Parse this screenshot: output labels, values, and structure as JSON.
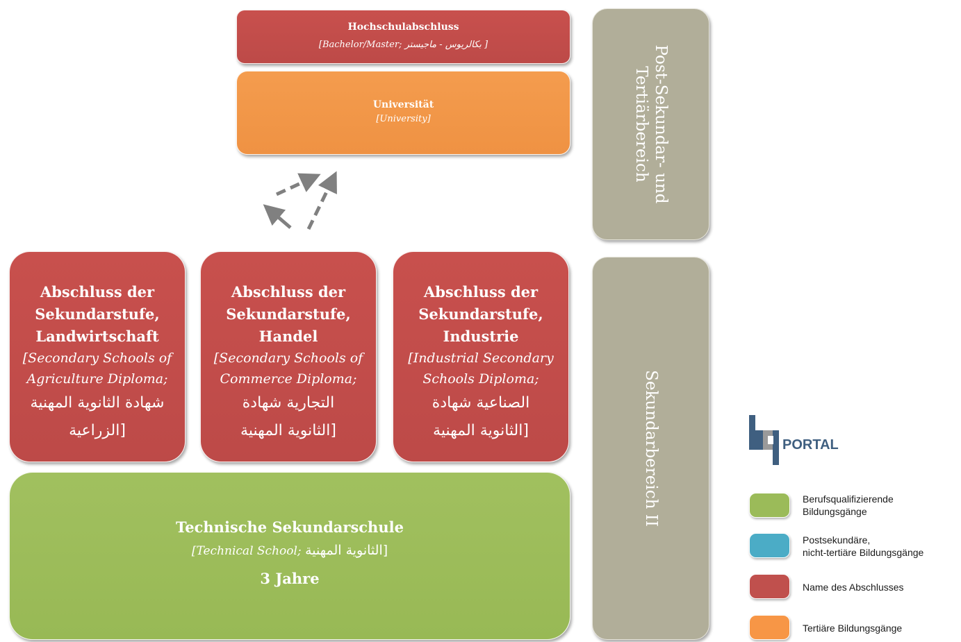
{
  "degree_top": {
    "title": "Hochschulabschluss",
    "subtitle": "[Bachelor/Master; بكالريوس - ماجيستر ]"
  },
  "university": {
    "title": "Universität",
    "subtitle": "[University]"
  },
  "diplomas": [
    {
      "title_lines": [
        "Abschluss der",
        "Sekundarstufe,",
        "Landwirtschaft"
      ],
      "english_lines": [
        "[Secondary Schools of",
        "Agriculture Diploma;"
      ],
      "arabic_lines": [
        "شهادة الثانوية المهنية",
        "الزراعية]"
      ]
    },
    {
      "title_lines": [
        "Abschluss der",
        "Sekundarstufe,",
        "Handel"
      ],
      "english_lines": [
        "[Secondary Schools of",
        "Commerce Diploma;"
      ],
      "arabic_lines": [
        "التجارية شهادة",
        "الثانوية المهنية]"
      ]
    },
    {
      "title_lines": [
        "Abschluss der",
        "Sekundarstufe,",
        "Industrie"
      ],
      "english_lines": [
        "[Industrial Secondary",
        "Schools Diploma;"
      ],
      "arabic_lines": [
        "الصناعية شهادة",
        "الثانوية المهنية]"
      ]
    }
  ],
  "technical_school": {
    "title": "Technische Sekundarschule",
    "subtitle_en": "[Technical School; ",
    "subtitle_ar": "الثانوية المهنية]",
    "duration": "3 Jahre"
  },
  "levels": {
    "post": "Post-Sekundar- und\nTertiärbereich",
    "post_line1": "Post-Sekundar- und",
    "post_line2": "Tertiärbereich",
    "sek": "Sekundarbereich II"
  },
  "logo": {
    "text": "PORTAL",
    "mark": "bq"
  },
  "legend": [
    {
      "label": "Berufsqualifizierende Bildungsgänge",
      "line1": "Berufsqualifizierende",
      "line2": "Bildungsgänge",
      "color": "#9bbb59"
    },
    {
      "label": "Postsekundäre, nicht-tertiäre Bildungsgänge",
      "line1": "Postsekundäre,",
      "line2": "nicht-tertiäre Bildungsgänge",
      "color": "#4bacc6"
    },
    {
      "label": "Name des Abschlusses",
      "line1": "Name des Abschlusses",
      "line2": "",
      "color": "#c0504d"
    },
    {
      "label": "Tertiäre Bildungsgänge",
      "line1": "Tertiäre Bildungsgänge",
      "line2": "",
      "color": "#f79646"
    }
  ],
  "colors": {
    "degree": "#c0504d",
    "university": "#f79646",
    "vocational": "#9bbb59",
    "level": "#b1ae99",
    "logo_blue": "#3f5f80"
  }
}
